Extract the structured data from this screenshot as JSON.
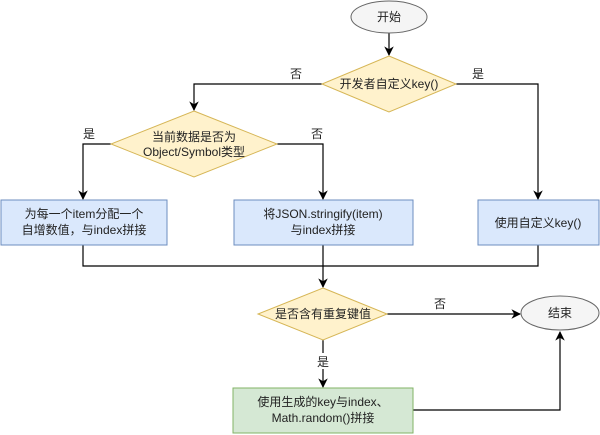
{
  "colors": {
    "terminal_fill": "#f5f5f5",
    "terminal_stroke": "#666666",
    "decision_fill": "#fff2cc",
    "decision_stroke": "#d6b656",
    "process_fill": "#dae8fc",
    "process_stroke": "#6c8ebf",
    "highlight_fill": "#d5e8d4",
    "highlight_stroke": "#82b366",
    "edge": "#000000"
  },
  "nodes": {
    "start": {
      "type": "terminal",
      "lines": [
        "开始"
      ]
    },
    "custom_key_decision": {
      "type": "decision",
      "lines": [
        "开发者自定义key()"
      ]
    },
    "object_symbol_decision": {
      "type": "decision",
      "lines": [
        "当前数据是否为",
        "Object/Symbol类型"
      ]
    },
    "auto_increment_process": {
      "type": "process",
      "lines": [
        "为每一个item分配一个",
        "自增数值，与index拼接"
      ]
    },
    "json_stringify_process": {
      "type": "process",
      "lines": [
        "将JSON.stringify(item)",
        "与index拼接"
      ]
    },
    "use_custom_key_process": {
      "type": "process",
      "lines": [
        "使用自定义key()"
      ]
    },
    "duplicate_key_decision": {
      "type": "decision",
      "lines": [
        "是否含有重复键值"
      ]
    },
    "random_process": {
      "type": "process-highlight",
      "lines": [
        "使用生成的key与index、",
        "Math.random()拼接"
      ]
    },
    "end": {
      "type": "terminal",
      "lines": [
        "结束"
      ]
    }
  },
  "edges": [
    {
      "from": "start",
      "to": "custom_key_decision",
      "label": ""
    },
    {
      "from": "custom_key_decision",
      "to": "object_symbol_decision",
      "label": "否"
    },
    {
      "from": "custom_key_decision",
      "to": "use_custom_key_process",
      "label": "是"
    },
    {
      "from": "object_symbol_decision",
      "to": "auto_increment_process",
      "label": "是"
    },
    {
      "from": "object_symbol_decision",
      "to": "json_stringify_process",
      "label": "否"
    },
    {
      "from": "auto_increment_process",
      "to": "duplicate_key_decision",
      "label": ""
    },
    {
      "from": "json_stringify_process",
      "to": "duplicate_key_decision",
      "label": ""
    },
    {
      "from": "use_custom_key_process",
      "to": "duplicate_key_decision",
      "label": ""
    },
    {
      "from": "duplicate_key_decision",
      "to": "end",
      "label": "否"
    },
    {
      "from": "duplicate_key_decision",
      "to": "random_process",
      "label": "是"
    },
    {
      "from": "random_process",
      "to": "end",
      "label": ""
    }
  ]
}
